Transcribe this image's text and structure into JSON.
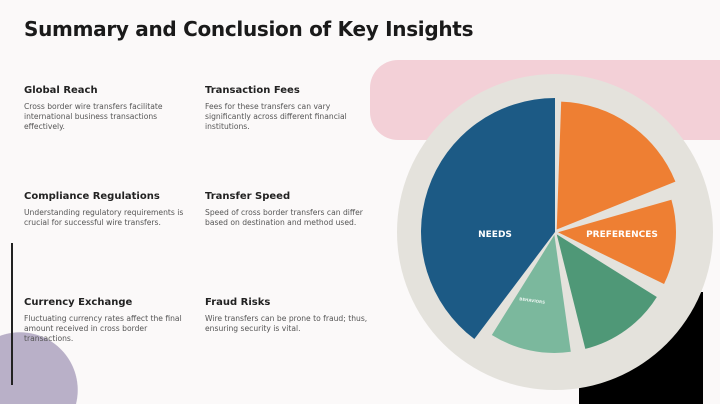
{
  "title": "Summary and Conclusion of Key Insights",
  "cards": [
    {
      "heading": "Global Reach",
      "text": "Cross border wire transfers facilitate international business transactions effectively."
    },
    {
      "heading": "Transaction Fees",
      "text": "Fees for these transfers can vary significantly across different financial institutions."
    },
    {
      "heading": "Compliance Regulations",
      "text": "Understanding regulatory requirements is crucial for successful wire transfers."
    },
    {
      "heading": "Transfer Speed",
      "text": "Speed of cross border transfers can differ based on destination and method used."
    },
    {
      "heading": "Currency Exchange",
      "text": "Fluctuating currency rates affect the final amount received in cross border transactions."
    },
    {
      "heading": "Fraud Risks",
      "text": "Wire transfers can be prone to fraud; thus, ensuring security is vital."
    }
  ],
  "wheel": {
    "needs": "NEEDS",
    "preferences": "PREFERENCES",
    "behaviors": "BEHAVIORS",
    "colors": {
      "needs": "#1c5a85",
      "orange": "#ee7f33",
      "dark_green": "#4f9877",
      "light_green": "#7bb89d",
      "ring": "#e4e2dc"
    }
  }
}
